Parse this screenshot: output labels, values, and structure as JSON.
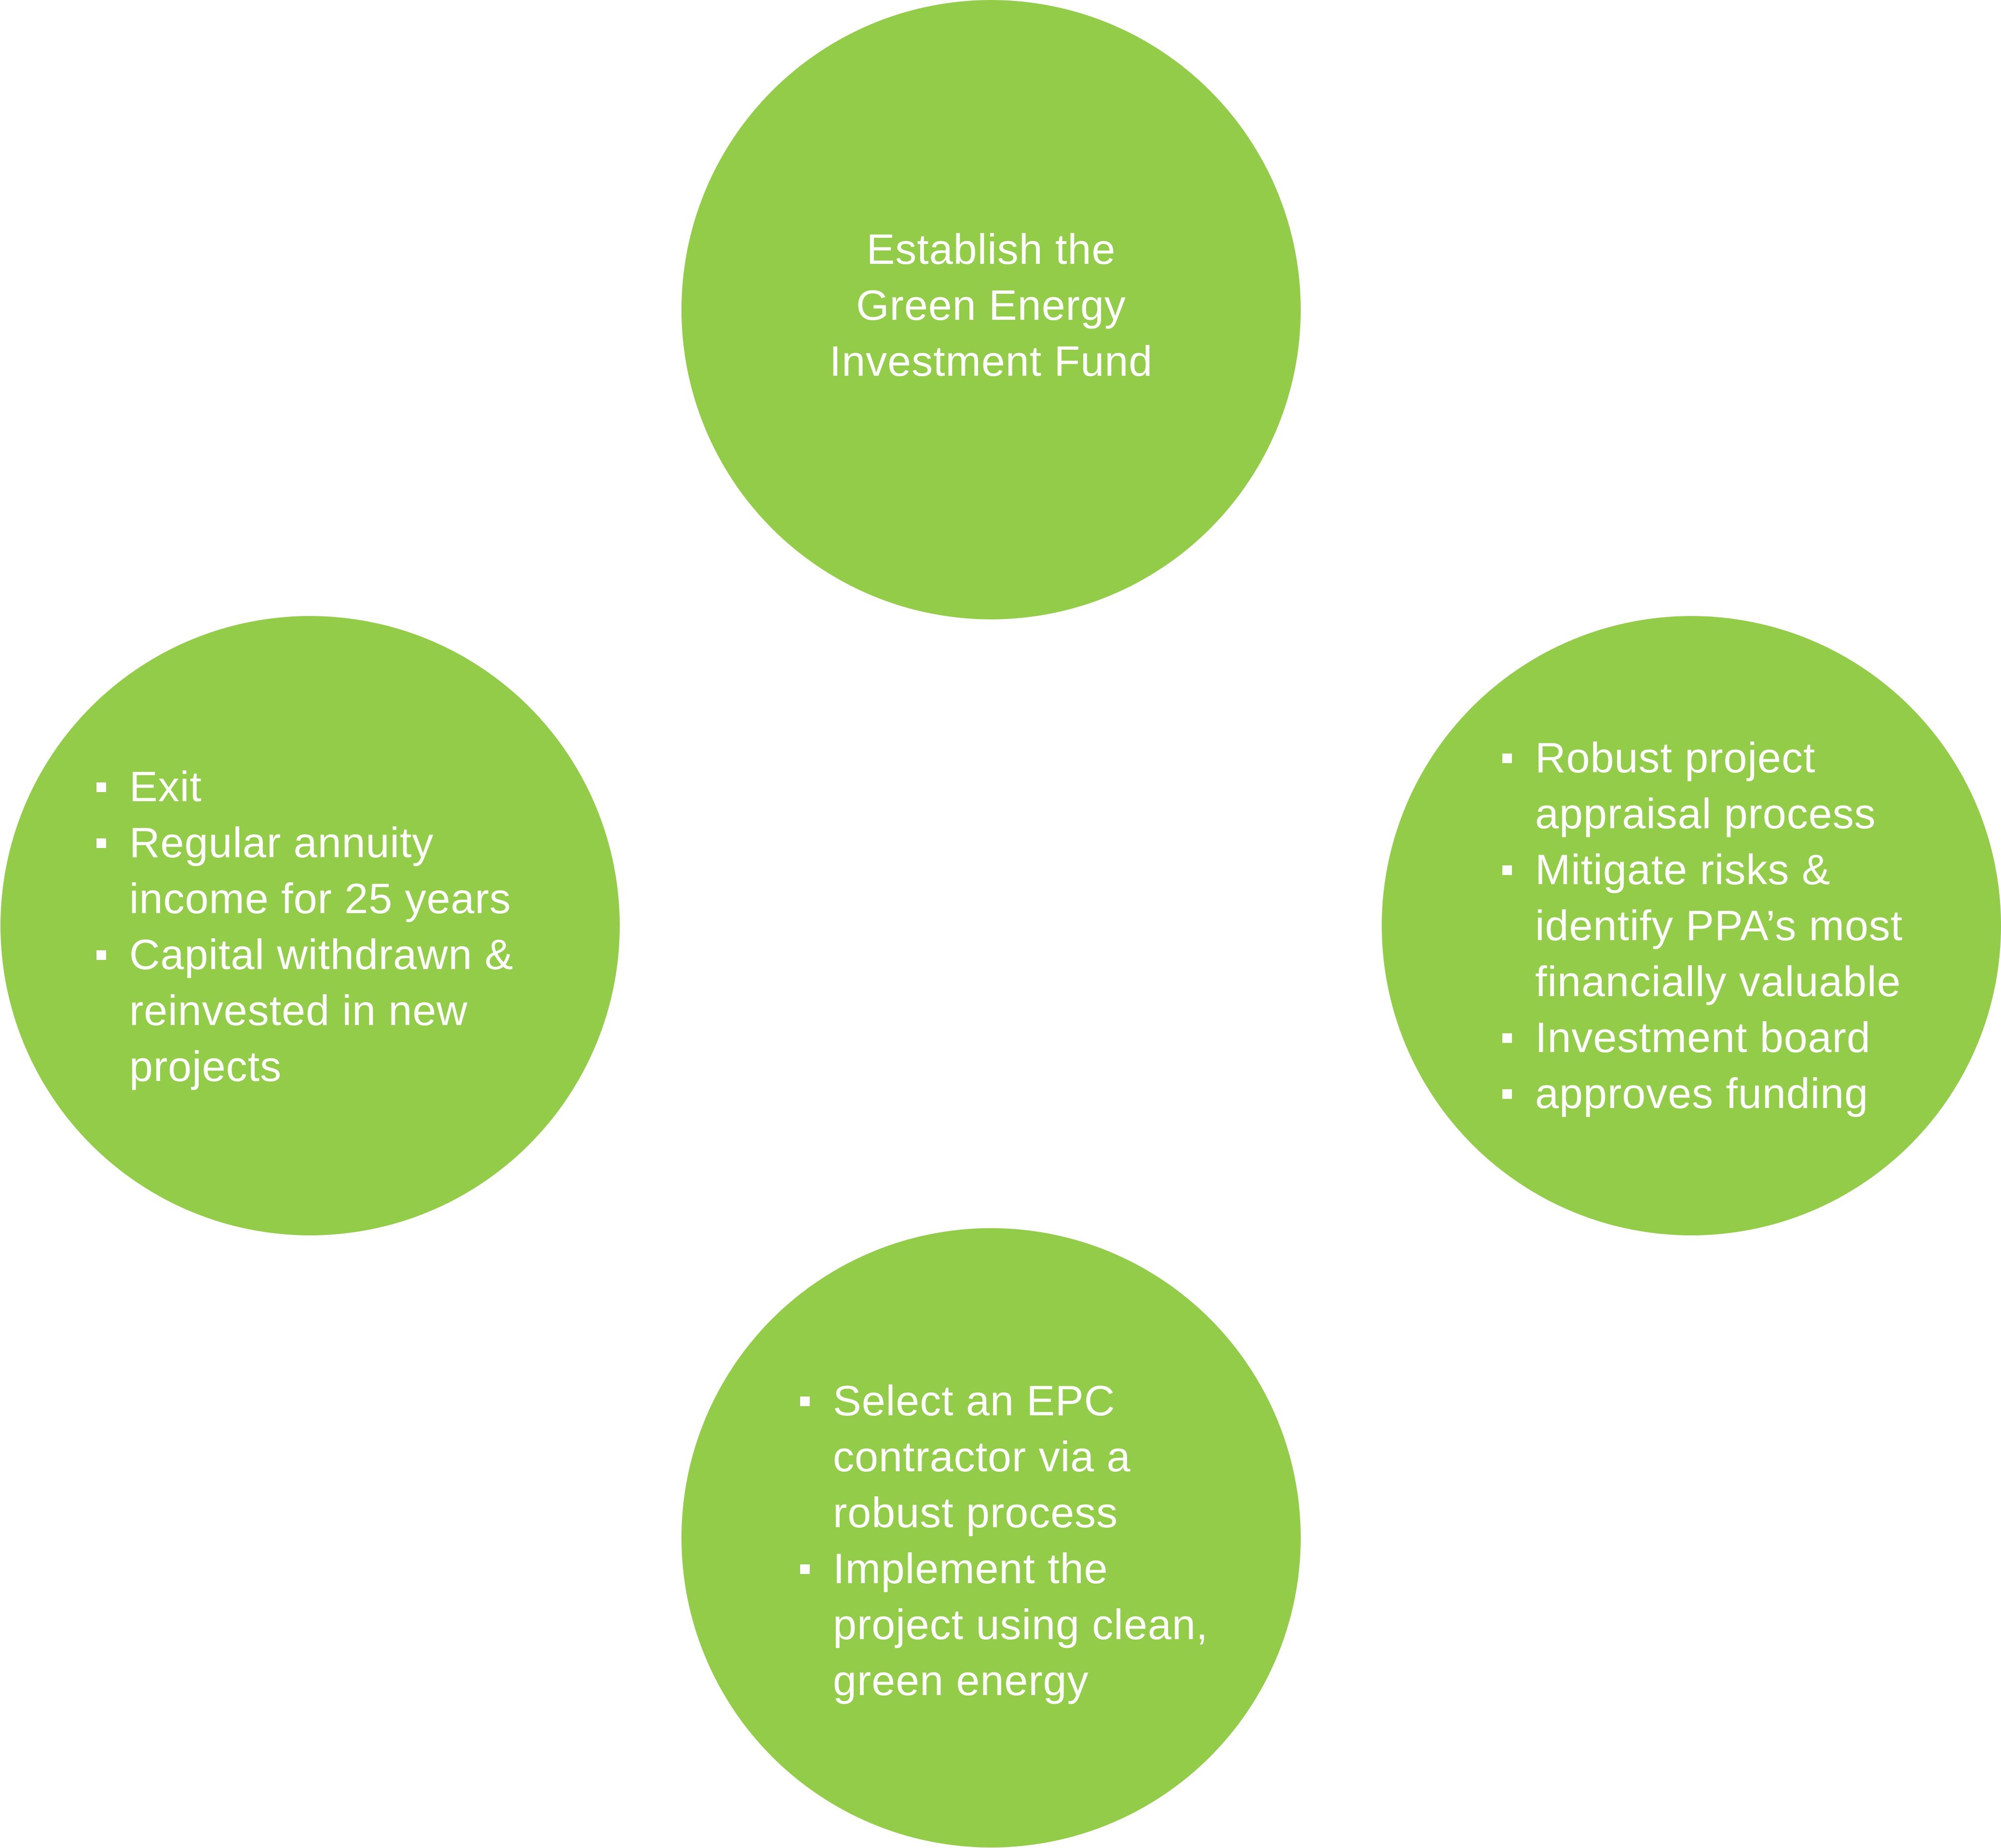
{
  "diagram": {
    "title": "Green Energy Investment Fund cycle",
    "circle_color": "#92CC48",
    "text_color": "#FFFFFF",
    "background_color": "#FFFFFF",
    "nodes": {
      "top": {
        "text": "Establish the\nGreen Energy\nInvestment Fund"
      },
      "right": {
        "bullets": [
          "Robust project\nappraisal process",
          "Mitigate risks &\nidentify PPA’s most\nfinancially valuable",
          "Investment board",
          "approves funding"
        ]
      },
      "bottom": {
        "bullets": [
          "Select an EPC\ncontractor via a\nrobust process",
          "Implement the\nproject using clean,\ngreen energy"
        ]
      },
      "left": {
        "bullets": [
          "Exit",
          "Regular annuity\nincome for 25 years",
          "Capital withdrawn &\nreinvested in new\nprojects"
        ]
      }
    }
  }
}
